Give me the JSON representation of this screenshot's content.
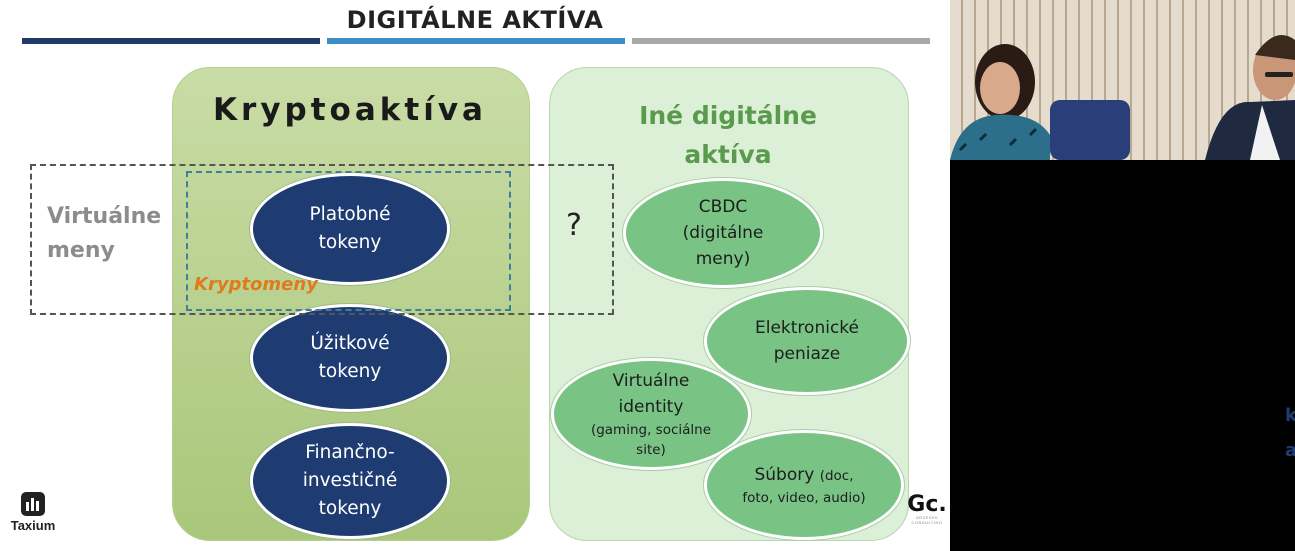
{
  "slide": {
    "title": "DIGITÁLNE AKTÍVA",
    "bar_colors": [
      "#1f3b66",
      "#3c8cc5",
      "#a8a8a8"
    ],
    "left_panel": {
      "title": "Kryptoaktíva",
      "ovals": [
        {
          "line1": "Platobné",
          "line2": "tokeny"
        },
        {
          "line1": "Úžitkové",
          "line2": "tokeny"
        },
        {
          "line1": "Finančno-",
          "line2": "investičné",
          "line3": "tokeny"
        }
      ]
    },
    "right_panel": {
      "title_line1": "Iné digitálne",
      "title_line2": "aktíva",
      "ovals": {
        "cbdc": {
          "line1": "CBDC",
          "line2": "(digitálne",
          "line3": "meny)"
        },
        "emoney": {
          "line1": "Elektronické",
          "line2": "peniaze"
        },
        "identity": {
          "line1": "Virtuálne",
          "line2": "identity",
          "small1": "(gaming, sociálne",
          "small2": "site)"
        },
        "files": {
          "main": "Súbory",
          "small1": "(doc,",
          "small2": "foto, video, audio)"
        }
      }
    },
    "virtual_currencies": {
      "line1": "Virtuálne",
      "line2": "meny"
    },
    "cryptocurrencies_label": "Kryptomeny",
    "question_mark": "?",
    "logos": {
      "taxium": "Taxium",
      "gc_mark": "Gc.",
      "gc_sub": "GRZESEK CONSULTING"
    }
  },
  "side_fragments": [
    "k",
    "a"
  ]
}
